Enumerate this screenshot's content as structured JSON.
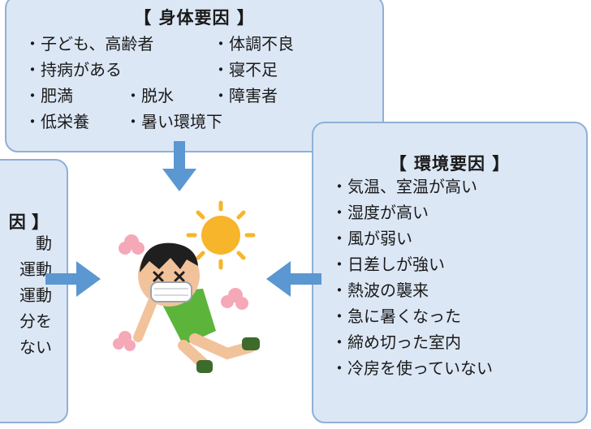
{
  "body_factors": {
    "title": "【 身体要因 】",
    "items": [
      "・子ども、高齢者",
      "・体調不良",
      "・持病がある",
      "・寝不足",
      "・肥満",
      "・脱水",
      "・障害者",
      "・低栄養",
      "・暑い環境下"
    ]
  },
  "env_factors": {
    "title": "【 環境要因 】",
    "items": [
      "・気温、室温が高い",
      "・湿度が高い",
      "・風が弱い",
      "・日差しが強い",
      "・熱波の襲来",
      "・急に暑くなった",
      "・締め切った室内",
      "・冷房を使っていない"
    ]
  },
  "behavior_factors": {
    "title_visible": "因 】",
    "items_visible": [
      "動",
      "運動",
      "運動",
      "分を",
      "ない"
    ]
  },
  "colors": {
    "box_fill": "#dce7f5",
    "box_border": "#8fb0d6",
    "arrow": "#5b97d1",
    "sun": "#f7b52c",
    "shirt": "#5cb53a",
    "flower": "#f5a8b8"
  }
}
